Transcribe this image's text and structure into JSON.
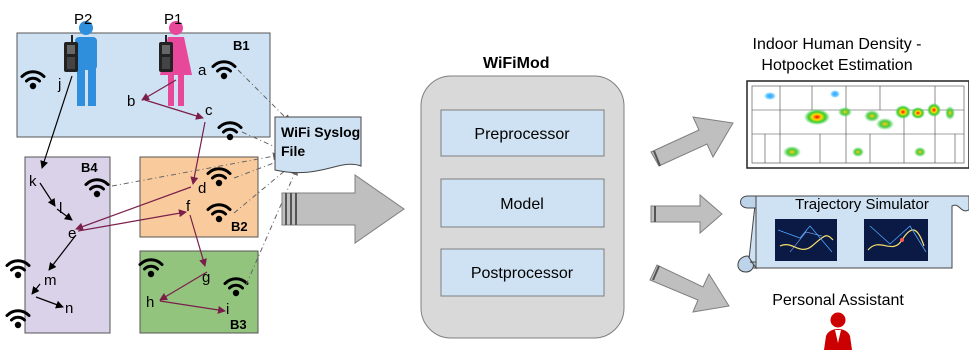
{
  "people": {
    "p2": "P2",
    "p1": "P1"
  },
  "buildings": {
    "b1": "B1",
    "b2": "B2",
    "b3": "B3",
    "b4": "B4"
  },
  "points": {
    "a": "a",
    "b": "b",
    "c": "c",
    "d": "d",
    "e": "e",
    "f": "f",
    "g": "g",
    "h": "h",
    "i": "i",
    "j": "j",
    "k": "k",
    "l": "l",
    "m": "m",
    "n": "n"
  },
  "syslog": {
    "line1": "WiFi Syslog",
    "line2": "File"
  },
  "wifimod": {
    "title": "WiFiMod",
    "preprocessor": "Preprocessor",
    "model": "Model",
    "postprocessor": "Postprocessor"
  },
  "outputs": {
    "density_line1": "Indoor Human Density -",
    "density_line2": "Hotpocket Estimation",
    "trajectory": "Trajectory Simulator",
    "assistant": "Personal Assistant"
  },
  "colors": {
    "b1": "#cfe2f3",
    "b2": "#f9cb9c",
    "b3": "#93c47d",
    "b4": "#d9d2e9",
    "p1": "#e8489a",
    "p2": "#2f8fdc",
    "trajectory_p1": "#7a1f4a",
    "module_box": "#d9d9d9",
    "module_inner": "#cfe2f3",
    "arrow": "#bfbfbf",
    "assistant": "#cc0000"
  }
}
